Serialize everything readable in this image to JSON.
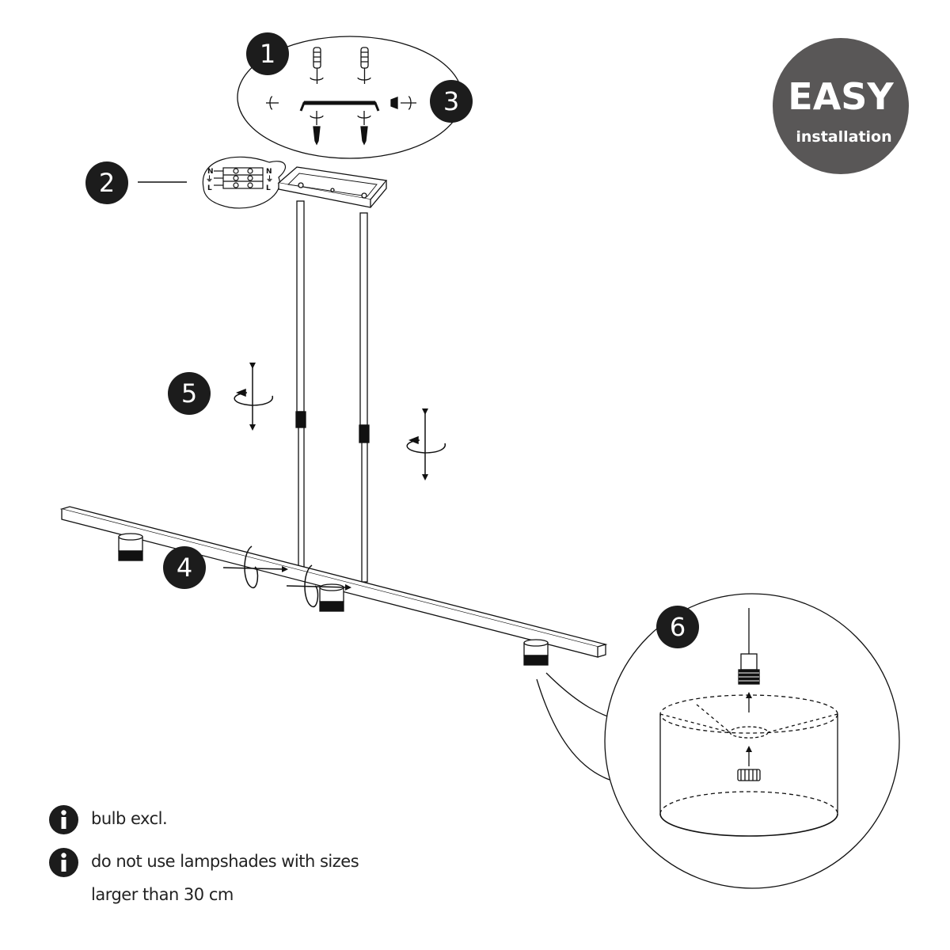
{
  "badge": {
    "title": "EASY",
    "subtitle": "installation",
    "color": "#595757"
  },
  "steps": [
    "1",
    "2",
    "3",
    "4",
    "5",
    "6"
  ],
  "wiring": {
    "neutral": "N",
    "earth": "⏚",
    "live": "L"
  },
  "notes": [
    {
      "icon": "info-icon",
      "lines": [
        "bulb excl."
      ]
    },
    {
      "icon": "info-icon",
      "lines": [
        "do not use lampshades with sizes",
        "larger than 30 cm"
      ]
    }
  ],
  "colors": {
    "ink": "#111111",
    "marker": "#1c1c1c"
  }
}
